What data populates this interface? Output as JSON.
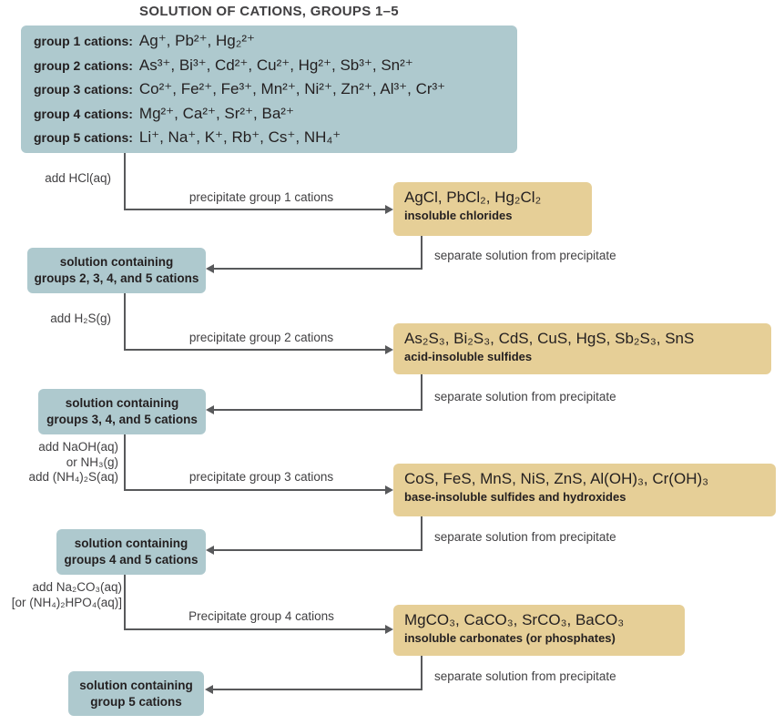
{
  "title": "SOLUTION OF CATIONS, GROUPS 1–5",
  "colors": {
    "solution_box": "#aec9ce",
    "precipitate_box": "#e6cf97",
    "line": "#58595b"
  },
  "source_box": {
    "rows": [
      {
        "label": "group 1 cations:",
        "formulas": "Ag⁺, Pb²⁺, Hg₂²⁺"
      },
      {
        "label": "group 2 cations:",
        "formulas": "As³⁺, Bi³⁺, Cd²⁺, Cu²⁺, Hg²⁺, Sb³⁺, Sn²⁺"
      },
      {
        "label": "group 3 cations:",
        "formulas": "Co²⁺, Fe²⁺, Fe³⁺, Mn²⁺, Ni²⁺, Zn²⁺, Al³⁺, Cr³⁺"
      },
      {
        "label": "group 4 cations:",
        "formulas": "Mg²⁺, Ca²⁺, Sr²⁺, Ba²⁺"
      },
      {
        "label": "group 5 cations:",
        "formulas": "Li⁺, Na⁺, K⁺, Rb⁺, Cs⁺, NH₄⁺"
      }
    ]
  },
  "steps": [
    {
      "reagent_lines": [
        "add HCl(aq)"
      ],
      "precipitate_label": "precipitate group 1 cations",
      "product": "AgCl, PbCl₂, Hg₂Cl₂",
      "product_desc": "insoluble chlorides",
      "separate_label": "separate solution from precipitate",
      "solution_lines": [
        "solution containing",
        "groups 2, 3, 4, and 5 cations"
      ]
    },
    {
      "reagent_lines": [
        "add H₂S(g)"
      ],
      "precipitate_label": "precipitate group 2 cations",
      "product": "As₂S₃, Bi₂S₃, CdS, CuS, HgS, Sb₂S₃, SnS",
      "product_desc": "acid-insoluble sulfides",
      "separate_label": "separate solution from precipitate",
      "solution_lines": [
        "solution containing",
        "groups 3, 4, and 5 cations"
      ]
    },
    {
      "reagent_lines": [
        "add NaOH(aq)",
        "or NH₃(g)",
        "add (NH₄)₂S(aq)"
      ],
      "precipitate_label": "precipitate group 3 cations",
      "product": "CoS, FeS, MnS, NiS, ZnS, Al(OH)₃, Cr(OH)₃",
      "product_desc": "base-insoluble sulfides and hydroxides",
      "separate_label": "separate solution from precipitate",
      "solution_lines": [
        "solution containing",
        "groups 4 and 5 cations"
      ]
    },
    {
      "reagent_lines": [
        "add Na₂CO₃(aq)",
        "[or (NH₄)₂HPO₄(aq)]"
      ],
      "precipitate_label": "Precipitate group 4 cations",
      "product": "MgCO₃, CaCO₃, SrCO₃, BaCO₃",
      "product_desc": "insoluble carbonates (or phosphates)",
      "separate_label": "separate solution from precipitate",
      "solution_lines": [
        "solution containing",
        "group 5 cations"
      ]
    }
  ]
}
